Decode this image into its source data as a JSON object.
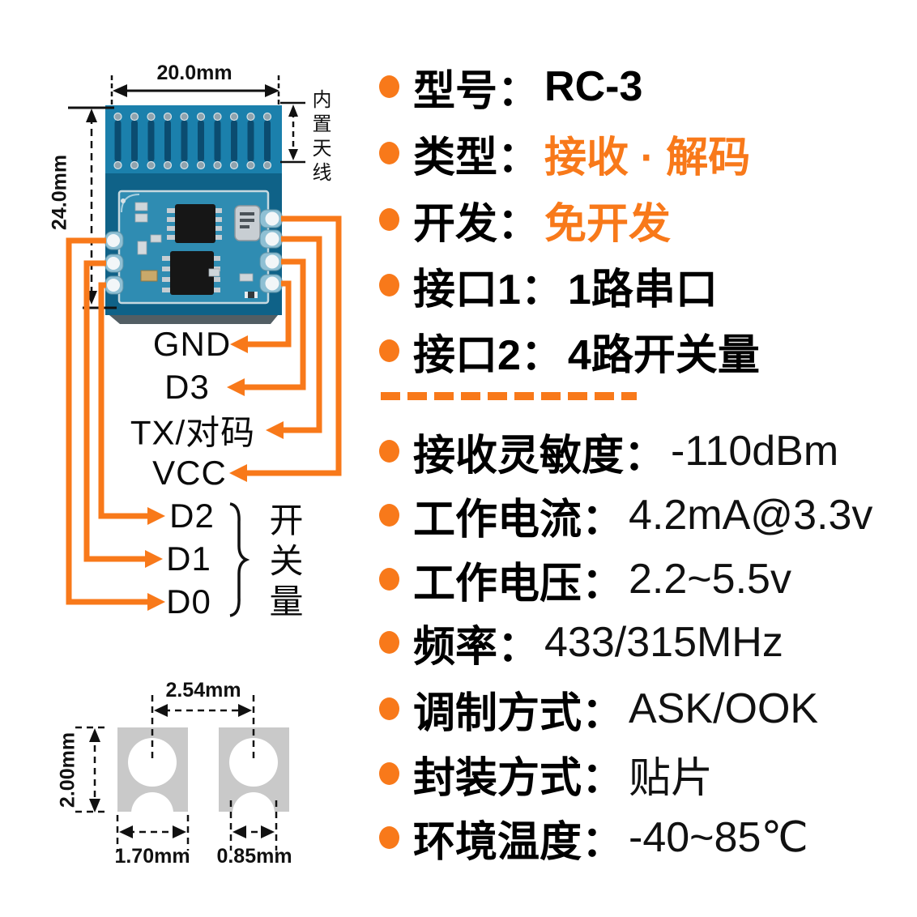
{
  "colors": {
    "accent": "#F8791A",
    "pcb_base": "#0F6288",
    "pcb_antenna_zone": "#1B80AC",
    "pad_gray": "#C9C9C9"
  },
  "module_diagram": {
    "width_dim": "20.0mm",
    "height_dim": "24.0mm",
    "antenna_label": "内置天线",
    "pins": {
      "gnd": "GND",
      "d3": "D3",
      "tx": "TX/对码",
      "vcc": "VCC",
      "d2": "D2",
      "d1": "D1",
      "d0": "D0"
    },
    "group_label": "开关量"
  },
  "pad_diagram": {
    "pitch": "2.54mm",
    "pad_height": "2.00mm",
    "pad_width": "1.70mm",
    "hole_width": "0.85mm"
  },
  "specs": [
    {
      "label": "型号：",
      "value": "RC-3"
    },
    {
      "label": "类型：",
      "value": "接收 · 解码"
    },
    {
      "label": "开发：",
      "value": "免开发"
    },
    {
      "label": "接口1：",
      "value": "1路串口"
    },
    {
      "label": "接口2：",
      "value": "4路开关量"
    },
    {
      "label": "接收灵敏度：",
      "value": "-110dBm"
    },
    {
      "label": "工作电流：",
      "value": "4.2mA@3.3v"
    },
    {
      "label": "工作电压：",
      "value": "2.2~5.5v"
    },
    {
      "label": "频率：",
      "value": "433/315MHz"
    },
    {
      "label": "调制方式：",
      "value": "ASK/OOK"
    },
    {
      "label": "封装方式：",
      "value": "贴片"
    },
    {
      "label": "环境温度：",
      "value": "-40~85℃"
    }
  ]
}
